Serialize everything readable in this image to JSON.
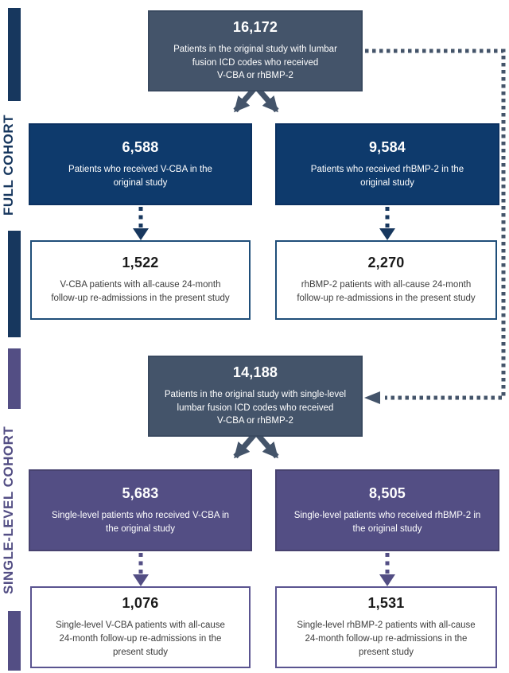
{
  "figure": {
    "type": "patient-flow-diagram",
    "colors": {
      "slate": "#44546A",
      "navy": "#0E3A6C",
      "navy_accent": "#17375E",
      "purple": "#534E84",
      "white_box_border_navy": "#1F4E79",
      "white_box_border_purple": "#5A5490"
    },
    "full_cohort": {
      "section_label": "FULL COHORT",
      "top": {
        "number": "16,172",
        "text": "Patients in the original study with lumbar\nfusion ICD codes who received\nV-CBA or rhBMP-2"
      },
      "left": {
        "number": "6,588",
        "text": "Patients who received V-CBA in the\noriginal study"
      },
      "right": {
        "number": "9,584",
        "text": "Patients who received rhBMP-2 in the\noriginal study"
      },
      "left_outcome": {
        "number": "1,522",
        "text": "V-CBA patients with all-cause 24-month\nfollow-up re-admissions in the present study"
      },
      "right_outcome": {
        "number": "2,270",
        "text": "rhBMP-2 patients with all-cause 24-month\nfollow-up re-admissions in the present study"
      }
    },
    "single_level_cohort": {
      "section_label": "SINGLE-LEVEL COHORT",
      "top": {
        "number": "14,188",
        "text": "Patients in the original study with single-level\nlumbar fusion ICD codes who received\nV-CBA or rhBMP-2"
      },
      "left": {
        "number": "5,683",
        "text": "Single-level patients who received V-CBA in\nthe original study"
      },
      "right": {
        "number": "8,505",
        "text": "Single-level patients who received rhBMP-2 in\nthe original study"
      },
      "left_outcome": {
        "number": "1,076",
        "text": "Single-level V-CBA patients with all-cause\n24-month follow-up re-admissions in the\npresent study"
      },
      "right_outcome": {
        "number": "1,531",
        "text": "Single-level rhBMP-2 patients with all-cause\n24-month follow-up re-admissions in the\npresent study"
      }
    }
  }
}
